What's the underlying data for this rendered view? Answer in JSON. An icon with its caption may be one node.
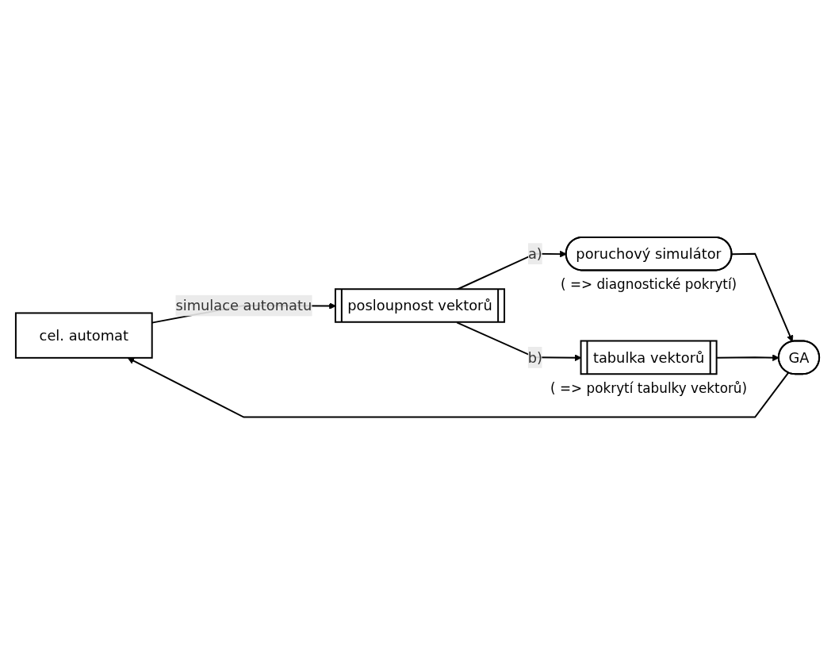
{
  "diagram": {
    "nodes": [
      {
        "text": [
          "cel. automat"
        ]
      },
      {
        "text": [
          "GA"
        ]
      },
      {
        "text": [
          "posloupnost vektorů"
        ]
      },
      {
        "text": [
          "poruchový simulátor"
        ],
        "beside": [
          "( => diagnostické pokrytí)"
        ]
      },
      {
        "text": [
          "tabulka vektorů"
        ],
        "beside": [
          "( => pokrytí tabulky vektorů)"
        ]
      }
    ],
    "edges": [
      {
        "from": 1,
        "to": 0,
        "arrow": "to"
      },
      {
        "from": 0,
        "to": 2,
        "arrow": "to",
        "label": "simulace automatu"
      },
      {
        "from": 2,
        "to": 3,
        "arrow": "to",
        "label": "a)"
      },
      {
        "from": 2,
        "to": 4,
        "arrow": "to",
        "label": "b)"
      },
      {
        "from": 3,
        "to": 1,
        "arrow": "to"
      },
      {
        "from": 4,
        "to": 1,
        "arrow": "to"
      }
    ]
  }
}
